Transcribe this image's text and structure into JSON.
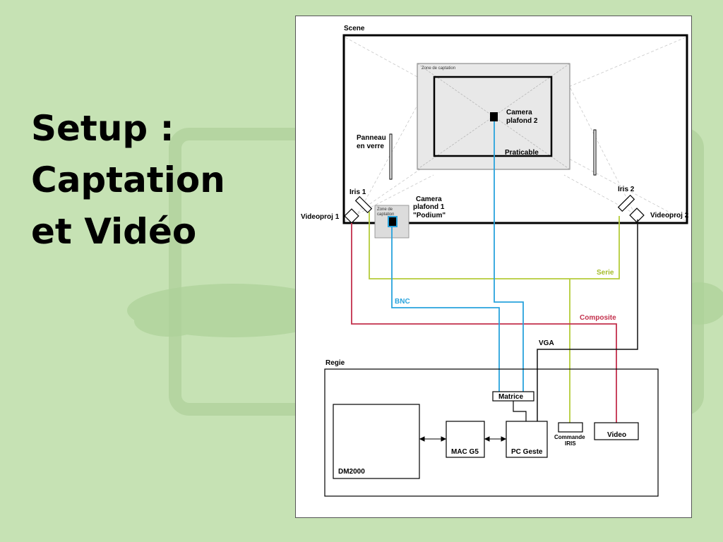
{
  "slide": {
    "title_lines": [
      "Setup :",
      "Captation",
      "et Vidéo"
    ]
  },
  "colors": {
    "background": "#c6e2b4",
    "decor": "#aed29a",
    "blue_cable": "#29a3dd",
    "green_cable": "#b5cc3a",
    "red_cable": "#c3304c",
    "black_cable": "#111111",
    "zone_fill": "#e8e8e8"
  },
  "diagram": {
    "scene_label": "Scene",
    "zone_captation": "Zone de captation",
    "camera2_label": [
      "Camera",
      "plafond 2"
    ],
    "praticable": "Praticable",
    "panneau": [
      "Panneau",
      "en verre"
    ],
    "iris1": "Iris 1",
    "iris2": "Iris 2",
    "videoproj1": "Videoproj 1",
    "videoproj2": "Videoproj 2",
    "zone_small": [
      "Zone de",
      "captation"
    ],
    "camera1_label": [
      "Camera",
      "plafond 1",
      "\"Podium\""
    ],
    "serie": "Serie",
    "bnc": "BNC",
    "composite": "Composite",
    "vga": "VGA",
    "regie_label": "Regie",
    "matrice": "Matrice",
    "dm2000": "DM2000",
    "mac_g5": "MAC G5",
    "pc_geste": "PC Geste",
    "commande_iris": [
      "Commande",
      "IRIS"
    ],
    "video": "Video"
  }
}
